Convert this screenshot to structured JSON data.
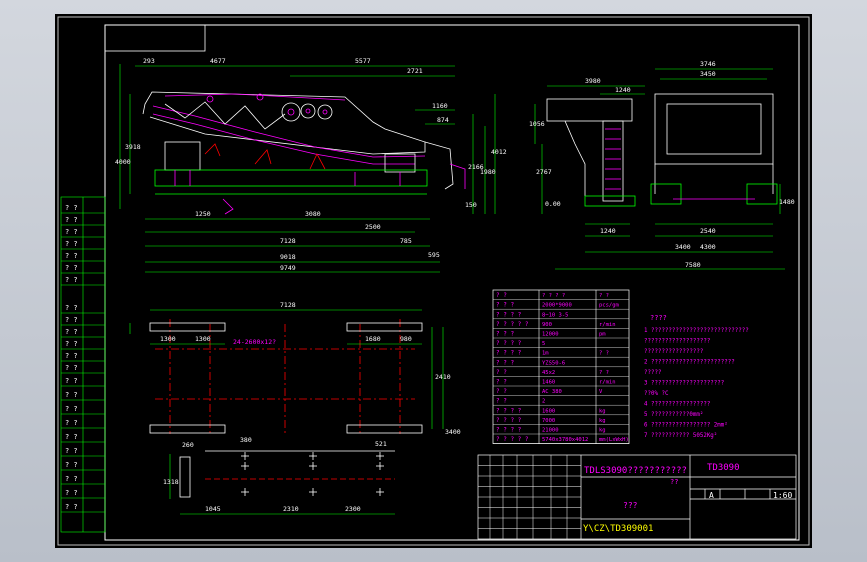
{
  "drawing": {
    "title_block": {
      "name_line": "TDLS3090???????????",
      "name_line2": "??",
      "drawing_no": "TD3090",
      "sheet_mark": "A",
      "scale": "1:60",
      "center_label": "???",
      "path": "Y\\CZ\\TD309001"
    },
    "spec_title": "?????",
    "spec_rows": [
      [
        "? ?",
        "? ? ? ?",
        "? ?"
      ],
      [
        "? ? ?",
        "2000*9000",
        "pcs/gm"
      ],
      [
        "? ? ? ?",
        "8~10   3-5",
        ""
      ],
      [
        "? ? ? ? ?",
        "900",
        "r/min"
      ],
      [
        "? ? ?",
        "12000",
        "pm"
      ],
      [
        "? ? ? ?",
        "5",
        ""
      ],
      [
        "? ? ? ?",
        "1m",
        "? ?"
      ],
      [
        "? ? ?",
        "YZS50-6",
        ""
      ],
      [
        "? ?",
        "45x2",
        "? ?"
      ],
      [
        "? ?",
        "1460",
        "r/min"
      ],
      [
        "? ?",
        "AC 380",
        "V"
      ],
      [
        "? ?",
        "2",
        ""
      ],
      [
        "? ? ? ?",
        "1600",
        "kg"
      ],
      [
        "? ? ? ?",
        "7000",
        "kg"
      ],
      [
        "? ? ? ?",
        "21000",
        "kg"
      ],
      [
        "? ? ? ? ?",
        "5740x3780x4012",
        "mm(LxWxH)"
      ]
    ],
    "tech_title": "????",
    "tech_notes": [
      "1 ????????????????????????????",
      "  ???????????????????",
      "  ?????????????????",
      "2 ????????????????????????",
      "  ?????",
      "3 ?????????????????????",
      "  ??0%  ?C",
      "4 ?????????????????",
      "5 ???????????0mm²",
      "6 ????????????????? 2mm²",
      "7 ???????????  5052Kg²"
    ],
    "side_labels": [
      "? ?",
      "? ?",
      "? ?",
      "? ?",
      "? ?",
      "? ?",
      "? ?",
      "? ?",
      "? ?",
      "? ?",
      "? ?",
      "? ?",
      "? ?",
      "? ?",
      "? ?",
      "? ?",
      "? ?",
      "? ?",
      "? ?",
      "? ?",
      "? ?",
      "? ?",
      "? ?"
    ],
    "dims_front": {
      "top": [
        "293",
        "4677",
        "5577",
        "2721",
        "1160",
        "874"
      ],
      "bottom": [
        "3080",
        "2500",
        "7128",
        "9018",
        "9749",
        "1250",
        "785",
        "595"
      ],
      "left": [
        "4000",
        "3918"
      ],
      "right": [
        "2166",
        "1980",
        "4012",
        "150"
      ]
    },
    "dims_side": {
      "top": [
        "3980",
        "1240",
        "3746",
        "3450"
      ],
      "bottom": [
        "1240",
        "3400",
        "4300",
        "7580",
        "2540"
      ],
      "left": [
        "1056",
        "2767"
      ],
      "right": [
        "0.00",
        "1480"
      ]
    },
    "dims_plan": [
      "7128",
      "1300",
      "1300",
      "1680",
      "980",
      "2410",
      "3400",
      "24-2600x12?"
    ],
    "dims_base": [
      "260",
      "380",
      "521",
      "1045",
      "2310",
      "2300",
      "1318"
    ]
  }
}
